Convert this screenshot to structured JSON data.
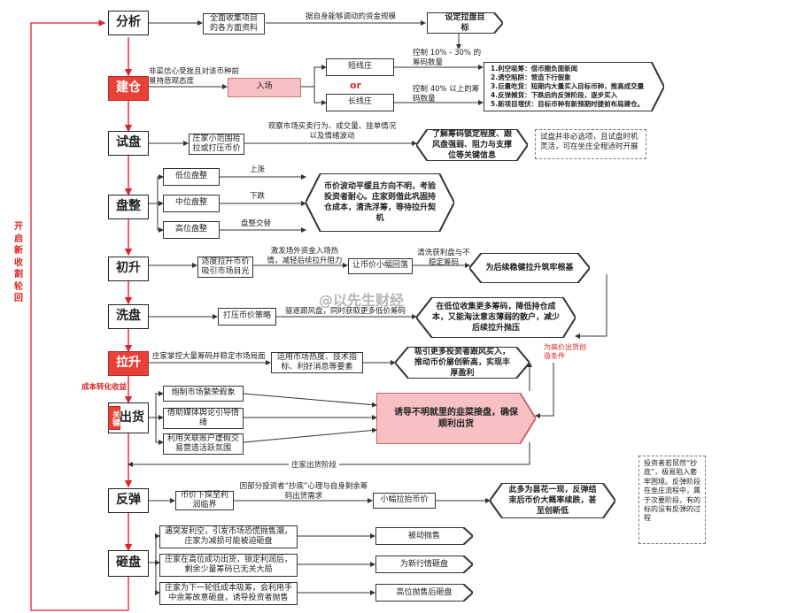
{
  "stages": [
    "分析",
    "建仓",
    "试盘",
    "盘整",
    "初升",
    "洗盘",
    "拉升",
    "出货",
    "反弹",
    "砸盘"
  ],
  "side_label": "开启新收割轮回",
  "analysis": {
    "box": "全面收集项目的各方面资料",
    "edge": "据自身能够调动的资金规模",
    "goal": "设定拉盘目标"
  },
  "build": {
    "attitude": "非菜信心受挫且对该币种前景持悲观态度",
    "entry": "入场",
    "short": "短线庄",
    "short_note": "控制 10% - 30% 的筹码数量",
    "or": "or",
    "long": "长线庄",
    "long_note": "控制 40% 以上的筹码数量",
    "methods": "1.利空吸筹：借币圈负面新闻\n2.诱空陷阱：营造下行假象\n3.巨量吃货：短期内大量买入目标币种，推高成交量\n4.反弹摊货：下跌后的反弹阶段，逐步买入\n5.新项目埋伏：目标币种有新预期时提前布局建仓。"
  },
  "test": {
    "box": "庄家小范围拾拉或打压币价",
    "edge": "观察市场买卖行为、成交量、挂单情况以及情绪波动",
    "result": "了解筹码锁定程度、跟风盘强弱、阻力与支撑位等关键信息",
    "note": "试盘并非必选项，且试盘时机灵活，可在坐庄全程适时开展"
  },
  "consolidate": {
    "low": "低位盘整",
    "mid": "中位盘整",
    "high": "高位盘整",
    "up": "上涨",
    "down": "下跌",
    "swing": "盘整交替",
    "result": "币价波动平缓且方向不明，考验投资者耐心。庄家则借此巩固持仓成本，清洗浮筹，等待拉升契机"
  },
  "rise": {
    "box": "适度拉升币价吸引市场目光",
    "edge": "激发场外资金入场热情，减轻后续拉升阻力",
    "mid": "让币价小幅回落",
    "edge2": "清洗获利盘与不稳定筹码",
    "result": "为后续稳健拉升筑牢根基"
  },
  "wash": {
    "box": "打压币价策略",
    "edge": "驱逐跟风盘，同时获取更多低价筹码",
    "result": "在低位收集更多筹码，降低持仓成本，又能淘汰意志薄弱的散户，减少后续拉升抛压",
    "watermark": "@以先生财经"
  },
  "pump": {
    "edge": "庄家掌控大量筹码并稳定市场局面",
    "box": "运用市场热度、技术指标、利好消息等要素",
    "result": "吸引更多投资者跟风买入，推动币价屡创新高，实现丰厚盈利",
    "side_note": "为高价出货创造条件"
  },
  "sell": {
    "cost_label": "成本转化收益",
    "key": "关键",
    "m1": "炮制市场繁荣假象",
    "m2": "借助媒体舆论引导情绪",
    "m3": "利用关联账户虚假交易营造活跃氛围",
    "result": "诱导不明就里的韭菜接盘，确保顺利出货",
    "after": "庄家出货阶段"
  },
  "rebound": {
    "box": "币价下探至利润临界",
    "edge": "因部分投资者“抄底”心理与自身剩余筹码出货需求",
    "mid": "小幅拉抬币价",
    "result": "此多为昙花一现，反弹结束后币价大概率续跌，甚至创新低",
    "note": "投资者若贸然“抄底”，极易陷入套牢困境。反弹阶段在坐庄流程中，属于次要阶段，有的标的没有反弹的过程"
  },
  "dump": {
    "r1": "遇突发利空，引发市场恐慌抛售潮，庄家为减损可能被迫砸盘",
    "o1": "被动抛售",
    "r2": "庄家在高位成功出货，锁定利润后，剩余少量筹码已无关大局",
    "o2": "为新行情砸盘",
    "r3": "庄家为下一轮低成本吸筹，会利用手中余筹故意砸盘，诱导投资者抛售",
    "o3": "高位抛售后砸盘"
  }
}
